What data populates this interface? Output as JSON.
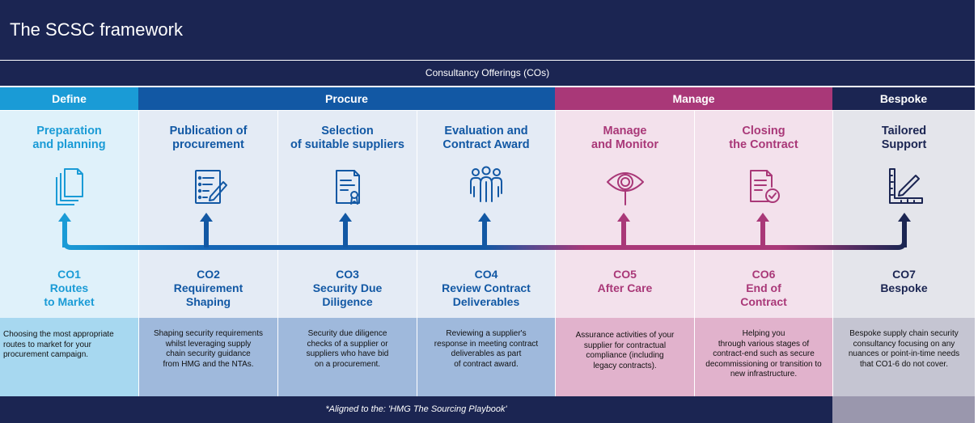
{
  "header": {
    "title": "The SCSC framework"
  },
  "consultancy_bar": {
    "label": "Consultancy Offerings (COs)"
  },
  "phases": [
    {
      "label": "Define",
      "color": "#1a9bd6"
    },
    {
      "label": "Procure",
      "color": "#1258a4"
    },
    {
      "label": "Manage",
      "color": "#a93878"
    },
    {
      "label": "Bespoke",
      "color": "#1b2552"
    }
  ],
  "columns": [
    {
      "stage": "Preparation\nand planning",
      "icon": "documents-stack-icon",
      "code": "CO1",
      "name": "Routes\nto Market",
      "description": "Choosing the most appropriate\nroutes to market for your\nprocurement campaign."
    },
    {
      "stage": "Publication of\nprocurement",
      "icon": "checklist-pen-icon",
      "code": "CO2",
      "name": "Requirement\nShaping",
      "description": "Shaping security requirements\nwhilst leveraging supply\nchain security guidance\nfrom HMG and the NTAs."
    },
    {
      "stage": "Selection\nof suitable suppliers",
      "icon": "certificate-document-icon",
      "code": "CO3",
      "name": "Security Due\nDiligence",
      "description": "Security due diligence\nchecks of a supplier or\nsuppliers who have bid\non a procurement."
    },
    {
      "stage": "Evaluation and\nContract Award",
      "icon": "people-group-icon",
      "code": "CO4",
      "name": "Review Contract\nDeliverables",
      "description": "Reviewing a supplier's\nresponse in meeting contract\ndeliverables as part\nof contract award."
    },
    {
      "stage": "Manage\nand Monitor",
      "icon": "eye-icon",
      "code": "CO5",
      "name": "After Care",
      "description": "Assurance activities of your\nsupplier for contractual\ncompliance (including\nlegacy contracts)."
    },
    {
      "stage": "Closing\nthe Contract",
      "icon": "document-check-icon",
      "code": "CO6",
      "name": "End of\nContract",
      "description": "Helping you\nthrough various stages of\ncontract-end such as secure\ndecommissioning or transition to\nnew infrastructure."
    },
    {
      "stage": "Tailored\nSupport",
      "icon": "ruler-pencil-icon",
      "code": "CO7",
      "name": "Bespoke",
      "description": "Bespoke supply chain security\nconsultancy focusing on any\nnuances or point-in-time needs\nthat CO1-6 do not cover."
    }
  ],
  "colors": {
    "define": "#1a9bd6",
    "procure": "#1258a4",
    "manage": "#a93878",
    "bespoke": "#1b2552",
    "navy": "#1b2552"
  },
  "footer": {
    "note": "*Aligned to the: 'HMG The Sourcing Playbook'"
  }
}
